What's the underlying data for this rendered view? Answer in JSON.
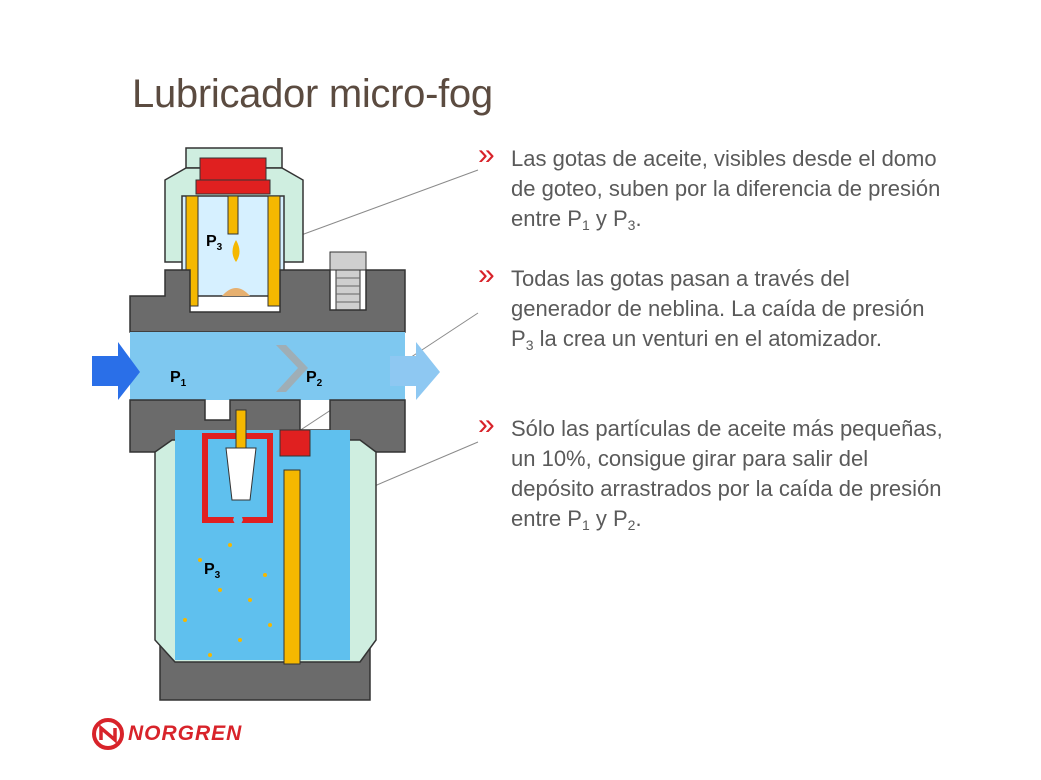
{
  "slide": {
    "title": "Lubricador micro-fog",
    "bullet_mark": "»"
  },
  "bullets": [
    {
      "text_a": "Las gotas de aceite, visibles desde el domo de goteo, suben por la diferencia de presión entre P",
      "sub_a": "1",
      "text_b": " y P",
      "sub_b": "3",
      "text_c": "."
    },
    {
      "text_a": "Todas las gotas pasan a través del generador de neblina. La caída de presión P",
      "sub_a": "3",
      "text_b": " la crea un venturi en el atomizador."
    },
    {
      "text_a": "Sólo las partículas de aceite más pequeñas, un 10%, consigue girar para salir del depósito arrastrados por la caída de presión entre P",
      "sub_a": "1",
      "text_b": " y P",
      "sub_b": "2",
      "text_c": "."
    }
  ],
  "diagram_labels": {
    "p_letter": "P",
    "p3_top_sub": "3",
    "p1_sub": "1",
    "p2_sub": "2",
    "p3_bottom_sub": "3"
  },
  "brand": {
    "name": "NORGREN",
    "color": "#d8232a"
  },
  "colors": {
    "body_gray": "#6b6b6b",
    "air_blue": "#7ec8f0",
    "reservoir_blue": "#5fc0ee",
    "dome_green": "#cfeee0",
    "oil_yellow": "#f5b800",
    "seal_red": "#e02020",
    "arrow_in": "#2a6fe8",
    "arrow_out": "#8ec8f2"
  }
}
